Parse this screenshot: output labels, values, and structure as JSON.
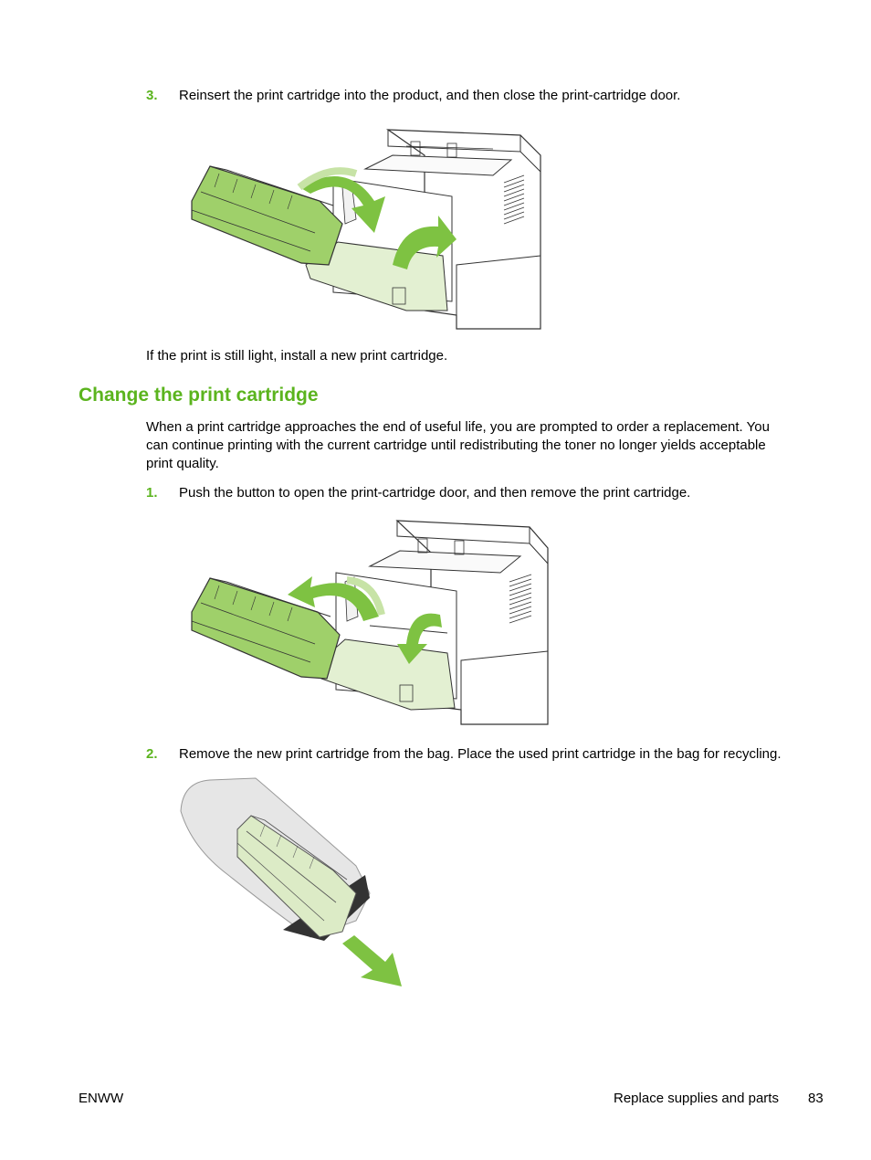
{
  "steps_top": [
    {
      "num": "3.",
      "text": "Reinsert the print cartridge into the product, and then close the print-cartridge door."
    }
  ],
  "note": "If the print is still light, install a new print cartridge.",
  "section": {
    "heading": "Change the print cartridge",
    "intro_lines": [
      "When a print cartridge approaches the end of useful life, you are prompted to order a replacement. You",
      "can continue printing with the current cartridge until redistributing the toner no longer yields acceptable",
      "print quality."
    ],
    "steps": [
      {
        "num": "1.",
        "text": "Push the button to open the print-cartridge door, and then remove the print cartridge."
      },
      {
        "num": "2.",
        "text": "Remove the new print cartridge from the bag. Place the used print cartridge in the bag for recycling."
      }
    ]
  },
  "footer": {
    "left": "ENWW",
    "section": "Replace supplies and parts",
    "page": "83"
  },
  "colors": {
    "accent": "#5bb41e",
    "cartridge": "#9fd06a",
    "door": "#e3f0d2"
  }
}
